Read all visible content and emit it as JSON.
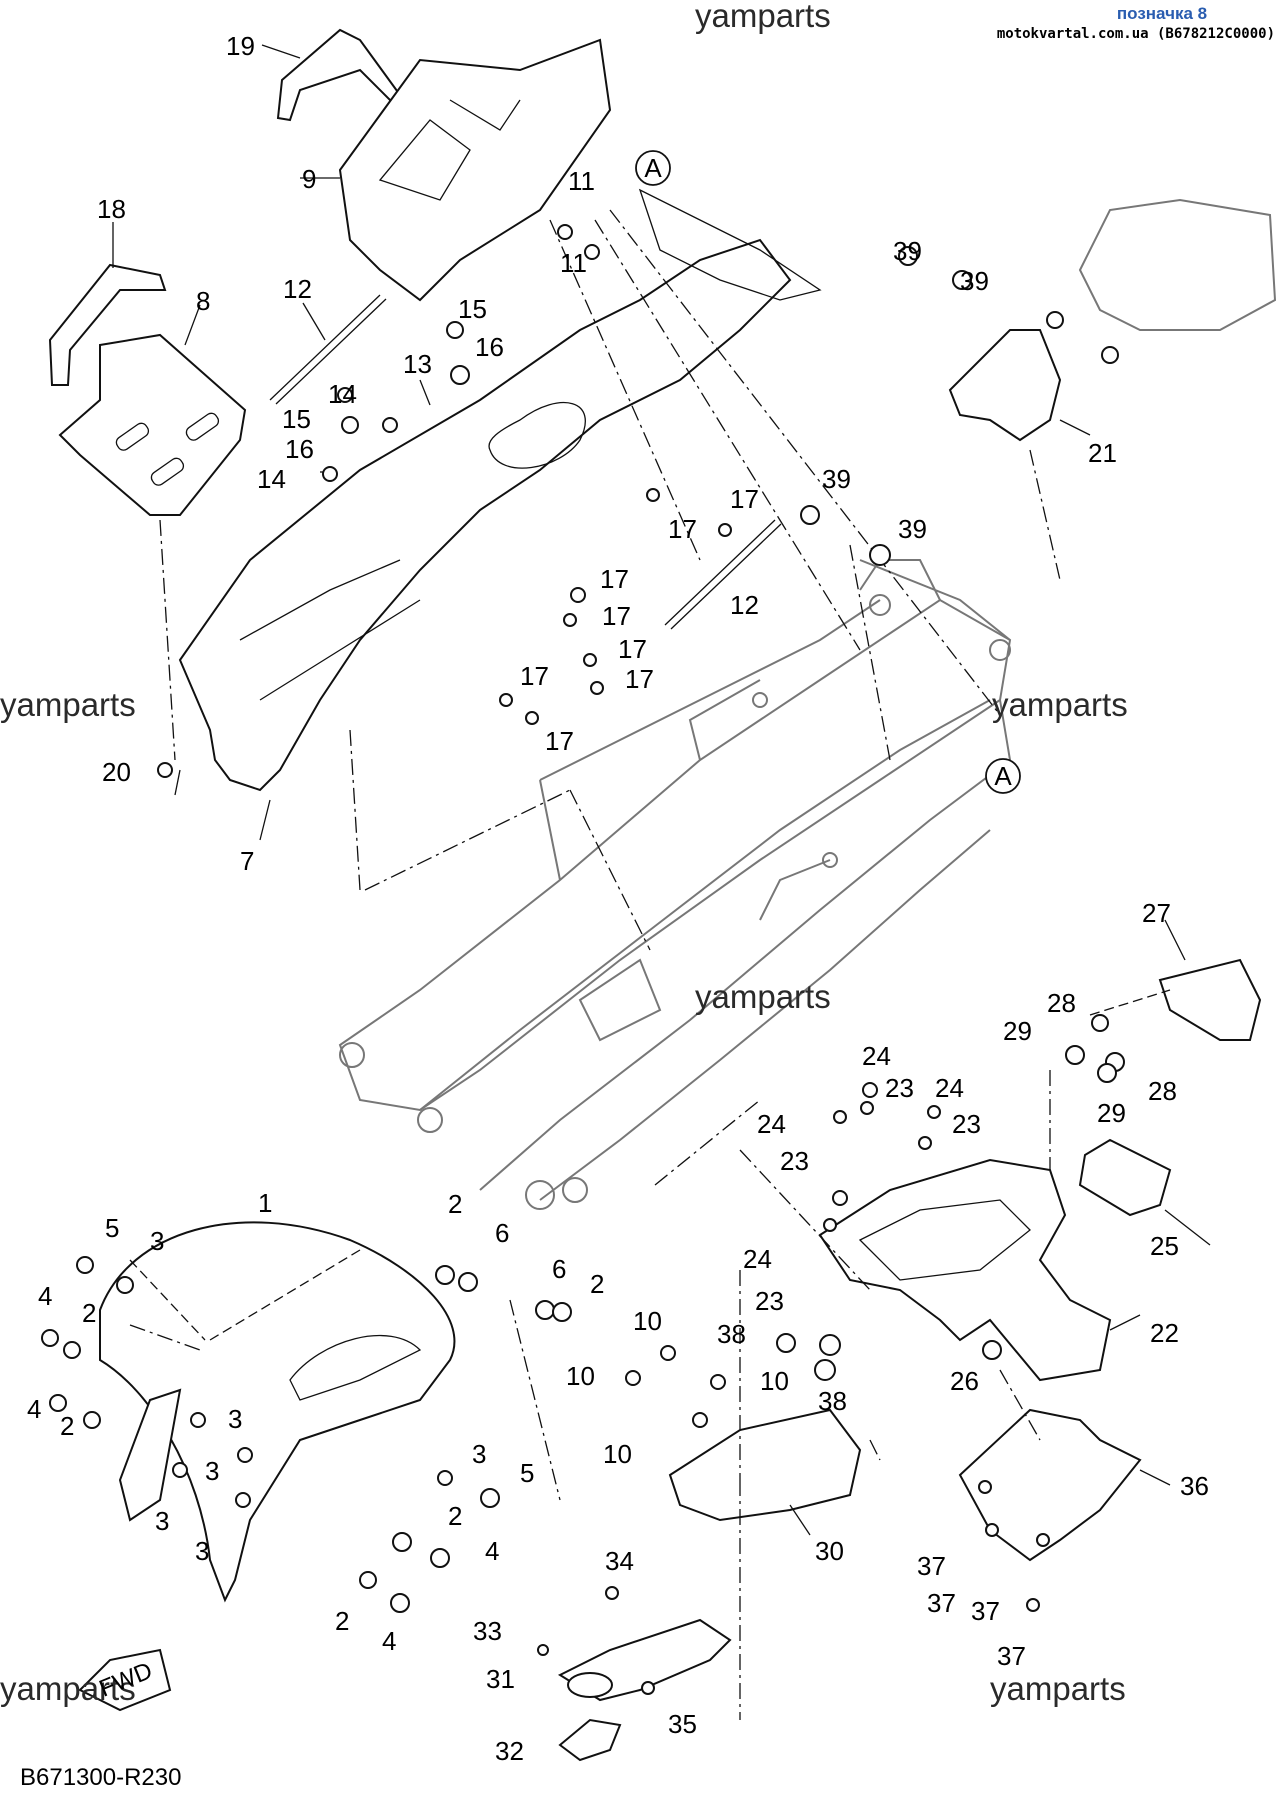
{
  "header": {
    "link_text": "позначка 8",
    "source_text": "motokvartal.com.ua (B678212C0000)"
  },
  "watermarks": [
    "yamparts",
    "yamparts",
    "yamparts",
    "yamparts",
    "yamparts",
    "yamparts"
  ],
  "diagram_code": "B671300-R230",
  "fwd_label": "FWD",
  "ref_marker": "A",
  "callouts": [
    "1",
    "2",
    "3",
    "4",
    "5",
    "6",
    "7",
    "8",
    "9",
    "10",
    "11",
    "12",
    "13",
    "14",
    "15",
    "16",
    "17",
    "18",
    "19",
    "20",
    "21",
    "22",
    "23",
    "24",
    "25",
    "26",
    "27",
    "28",
    "29",
    "30",
    "31",
    "32",
    "33",
    "34",
    "35",
    "36",
    "37",
    "38",
    "39"
  ],
  "colors": {
    "link": "#2a5db0",
    "ink": "#111111",
    "frame": "#777777"
  }
}
